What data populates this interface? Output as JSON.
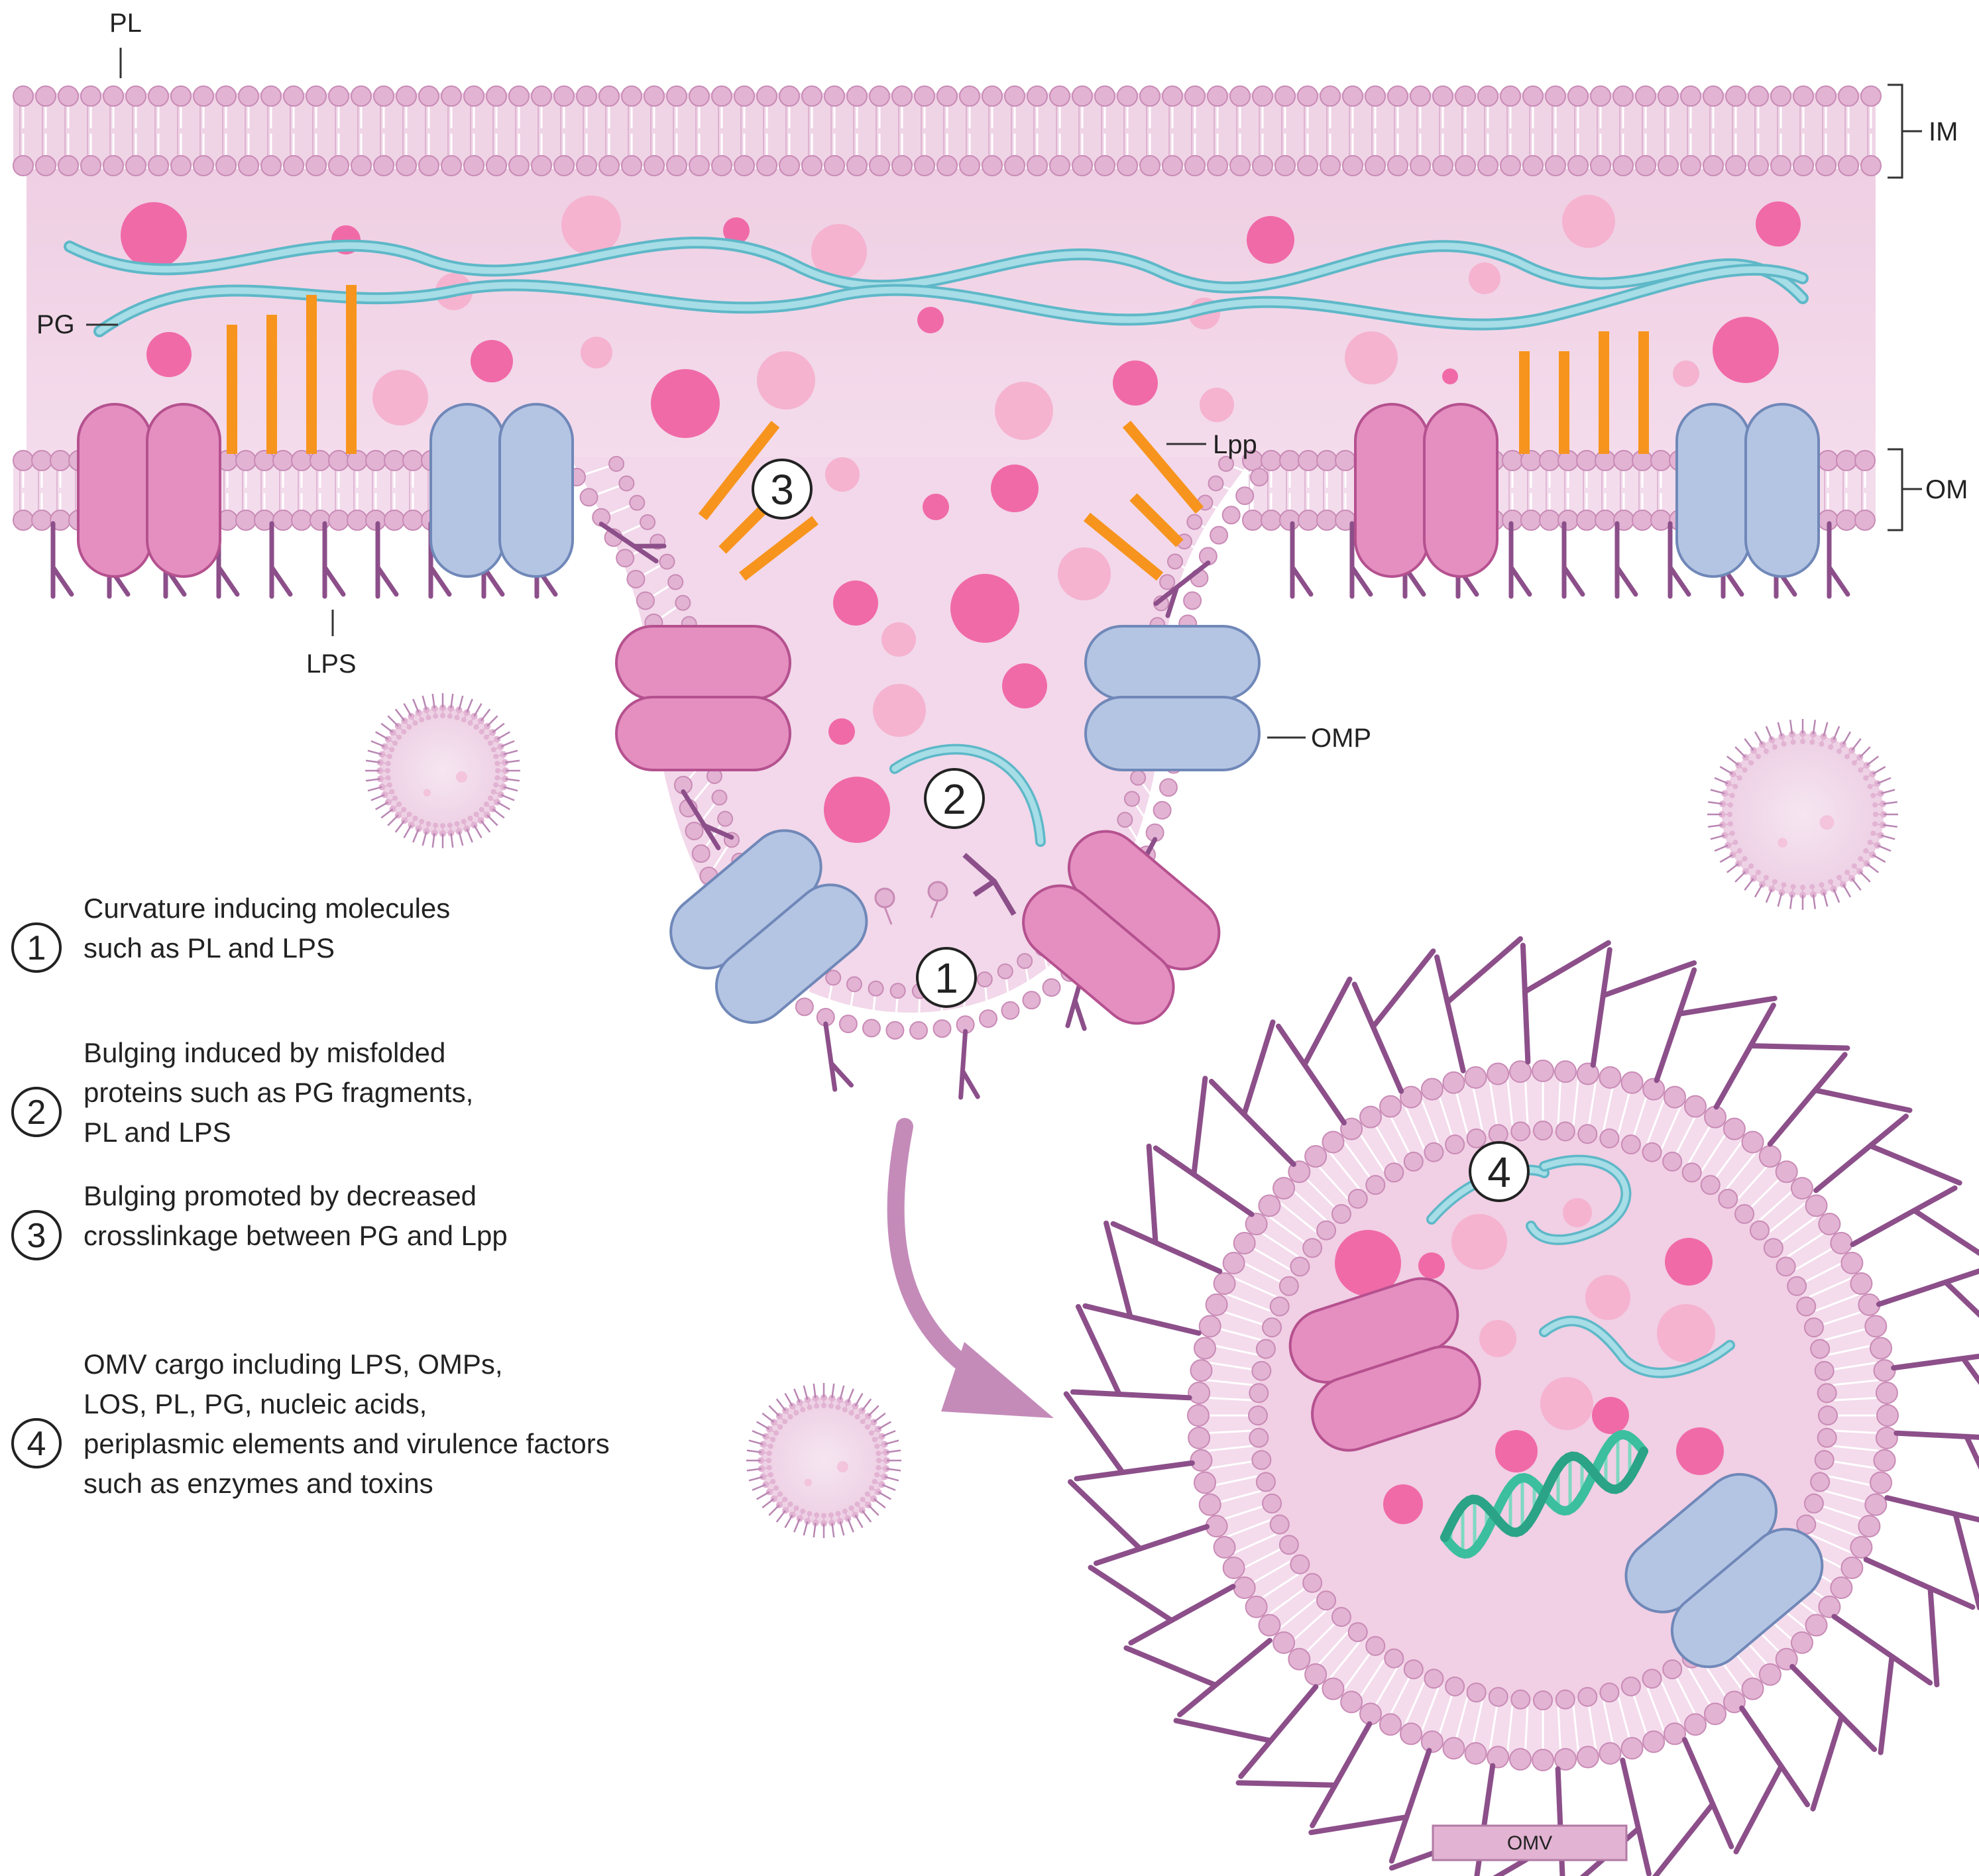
{
  "labels": {
    "pl": "PL",
    "im": "IM",
    "om": "OM",
    "pg": "PG",
    "lpp": "Lpp",
    "lps": "LPS",
    "omp": "OMP",
    "omv": "OMV"
  },
  "markers": {
    "one": "1",
    "two": "2",
    "three": "3",
    "four": "4"
  },
  "legend": [
    {
      "number": "1",
      "lines": [
        "Curvature inducing molecules",
        "such as PL and LPS"
      ]
    },
    {
      "number": "2",
      "lines": [
        "Bulging induced by misfolded",
        "proteins such as PG fragments,",
        "PL and LPS"
      ]
    },
    {
      "number": "3",
      "lines": [
        "Bulging promoted by decreased",
        "crosslinkage between PG and Lpp"
      ]
    },
    {
      "number": "4",
      "lines": [
        "OMV cargo including LPS, OMPs,",
        "LOS, PL, PG, nucleic acids,",
        "periplasmic elements and virulence factors",
        "such as enzymes and toxins"
      ]
    }
  ],
  "colors": {
    "periplasm": "#f1d6e8",
    "lipid_head": "#e2b3d3",
    "lipid_head_stroke": "#c98bb6",
    "lps": "#8c4f8a",
    "pg_strand": "#a6dde6",
    "pg_stroke": "#5eb8c8",
    "lpp": "#f7941d",
    "omp_pink": "#e48fc0",
    "omp_pink_stroke": "#b5518f",
    "omp_blue": "#b4c5e4",
    "omp_blue_stroke": "#7088b8",
    "cargo_hot": "#f06aa8",
    "cargo_light": "#f5b3d0",
    "dna": "#3bbf9e",
    "arrow": "#c48bb9"
  }
}
